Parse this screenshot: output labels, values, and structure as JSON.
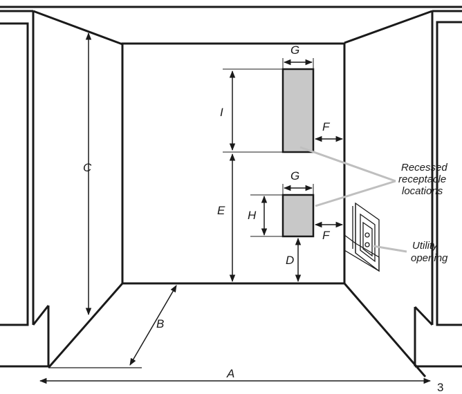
{
  "diagram": {
    "dimension_labels": {
      "A": "A",
      "B": "B",
      "C": "C",
      "D": "D",
      "E": "E",
      "F_upper": "F",
      "F_lower": "F",
      "G_upper": "G",
      "G_lower": "G",
      "H": "H",
      "I": "I"
    },
    "callouts": {
      "receptacle_line1": "Recessed",
      "receptacle_line2": "receptacle",
      "receptacle_line3": "locations",
      "utility_line1": "Utility",
      "utility_line2": "opening"
    },
    "page_number": "3",
    "colors": {
      "line": "#1a1a1a",
      "receptacle_fill": "#c8c8c8",
      "leader": "#bfbfbf"
    }
  }
}
